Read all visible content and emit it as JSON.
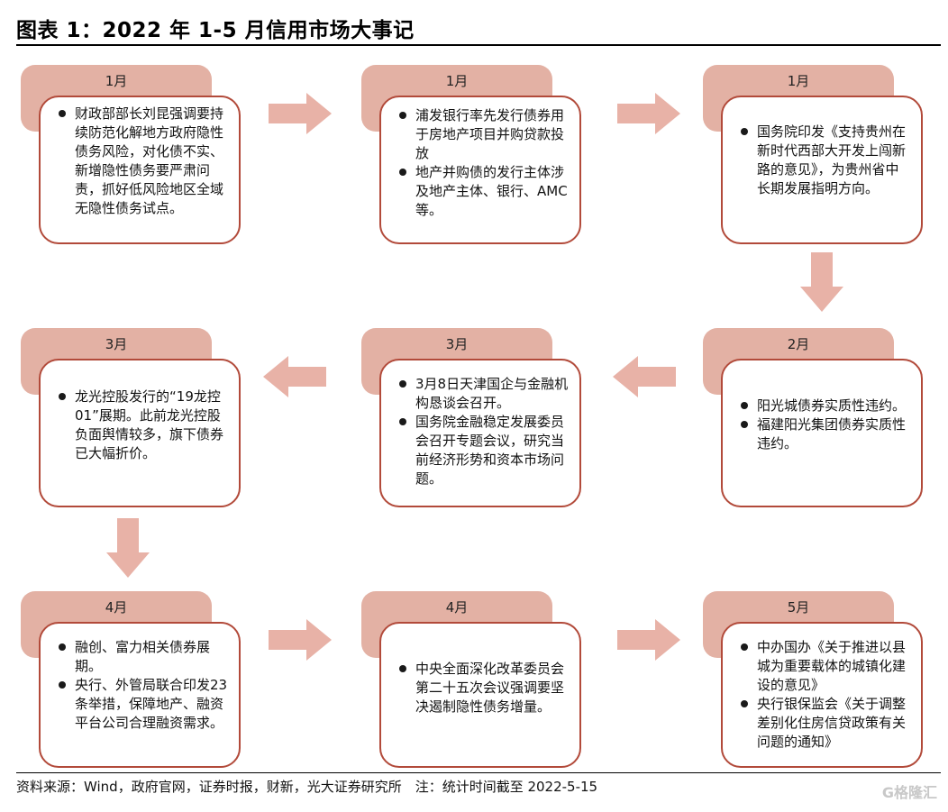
{
  "title": "图表 1：2022 年 1-5 月信用市场大事记",
  "events": [
    {
      "month": "1月",
      "items": [
        "财政部部长刘昆强调要持续防范化解地方政府隐性债务风险，对化债不实、新增隐性债务要严肃问责，抓好低风险地区全域无隐性债务试点。"
      ]
    },
    {
      "month": "1月",
      "items": [
        "浦发银行率先发行债券用于房地产项目并购贷款投放",
        "地产并购债的发行主体涉及地产主体、银行、AMC等。"
      ]
    },
    {
      "month": "1月",
      "items": [
        "国务院印发《支持贵州在新时代西部大开发上闯新路的意见》，为贵州省中长期发展指明方向。"
      ]
    },
    {
      "month": "2月",
      "items": [
        "阳光城债券实质性违约。",
        "福建阳光集团债券实质性违约。"
      ]
    },
    {
      "month": "3月",
      "items": [
        "3月8日天津国企与金融机构恳谈会召开。",
        "国务院金融稳定发展委员会召开专题会议，研究当前经济形势和资本市场问题。"
      ]
    },
    {
      "month": "3月",
      "items": [
        "龙光控股发行的“19龙控01”展期。此前龙光控股负面舆情较多，旗下债券已大幅折价。"
      ]
    },
    {
      "month": "4月",
      "items": [
        "融创、富力相关债券展期。",
        "央行、外管局联合印发23条举措，保障地产、融资平台公司合理融资需求。"
      ]
    },
    {
      "month": "4月",
      "items": [
        "中央全面深化改革委员会第二十五次会议强调要坚决遏制隐性债务增量。"
      ]
    },
    {
      "month": "5月",
      "items": [
        "中办国办《关于推进以县城为重要载体的城镇化建设的意见》",
        "央行银保监会《关于调整差别化住房信贷政策有关问题的通知》"
      ]
    }
  ],
  "source": "资料来源：Wind，政府官网，证券时报，财新，光大证券研究所　注：统计时间截至 2022-5-15",
  "watermark": "G格隆汇",
  "colors": {
    "tab": "#e3b1a4",
    "border": "#b24a3a",
    "arrow": "#e8b2a7"
  }
}
